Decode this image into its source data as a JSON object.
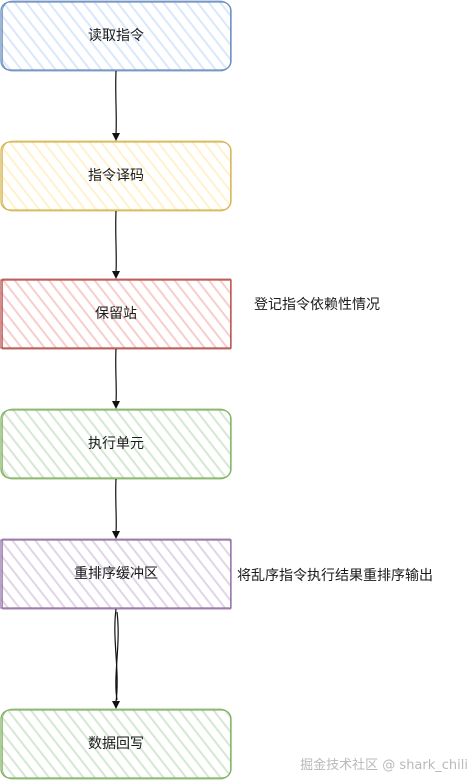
{
  "nodes": [
    {
      "label": "读取指令",
      "fill": "#dae8fc",
      "stroke": "#6c8ebf"
    },
    {
      "label": "指令译码",
      "fill": "#fff2cc",
      "stroke": "#d6b656"
    },
    {
      "label": "保留站",
      "fill": "#f8cecc",
      "stroke": "#b85450"
    },
    {
      "label": "执行单元",
      "fill": "#d5e8d4",
      "stroke": "#82b366"
    },
    {
      "label": "重排序缓冲区",
      "fill": "#e1d5e7",
      "stroke": "#9673a6"
    },
    {
      "label": "数据回写",
      "fill": "#d5e8d4",
      "stroke": "#82b366"
    }
  ],
  "notes": {
    "reservation_station": "登记指令依赖性情况",
    "reorder_buffer": "将乱序指令执行结果重排序输出"
  },
  "watermark": "掘金技术社区 @ shark_chili"
}
